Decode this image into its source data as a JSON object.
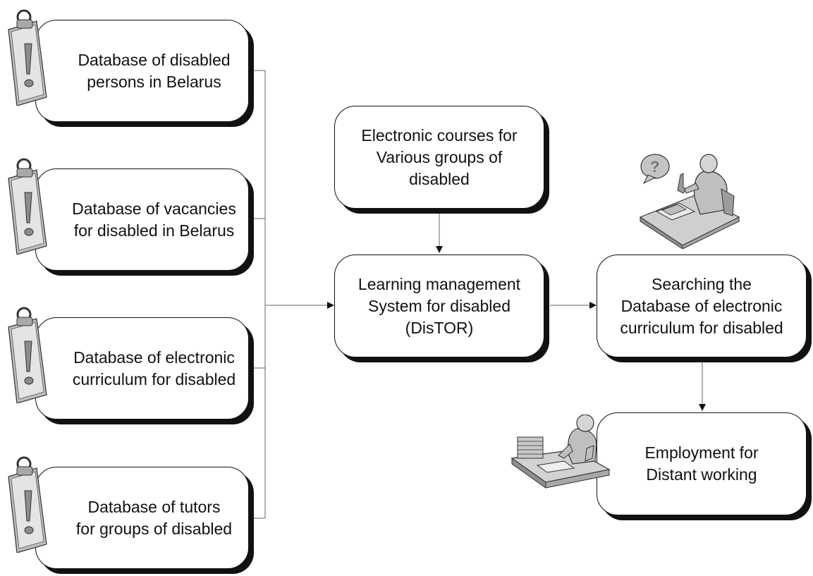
{
  "diagram": {
    "databases": [
      {
        "id": "db-persons",
        "label": "Database of disabled\npersons in Belarus",
        "icon": "clipboard-alert-icon"
      },
      {
        "id": "db-vacancies",
        "label": "Database of vacancies\nfor disabled in Belarus",
        "icon": "clipboard-alert-icon"
      },
      {
        "id": "db-curriculum",
        "label": "Database of electronic\ncurriculum for disabled",
        "icon": "clipboard-alert-icon"
      },
      {
        "id": "db-tutors",
        "label": "Database of tutors\nfor groups of disabled",
        "icon": "clipboard-alert-icon"
      }
    ],
    "courses": {
      "label": "Electronic courses for\nVarious groups of\ndisabled"
    },
    "lms": {
      "label": "Learning management\nSystem for disabled\n(DisTOR)"
    },
    "search": {
      "label": "Searching the\nDatabase of electronic\ncurriculum for disabled",
      "icon": "person-telephone-help-icon"
    },
    "employment": {
      "label": "Employment for\nDistant working",
      "icon": "person-desk-documents-icon"
    }
  },
  "colors": {
    "stroke": "#111111",
    "line": "#555555",
    "icon_gray": "#c8c8c8",
    "icon_dark": "#7a7a7a"
  }
}
